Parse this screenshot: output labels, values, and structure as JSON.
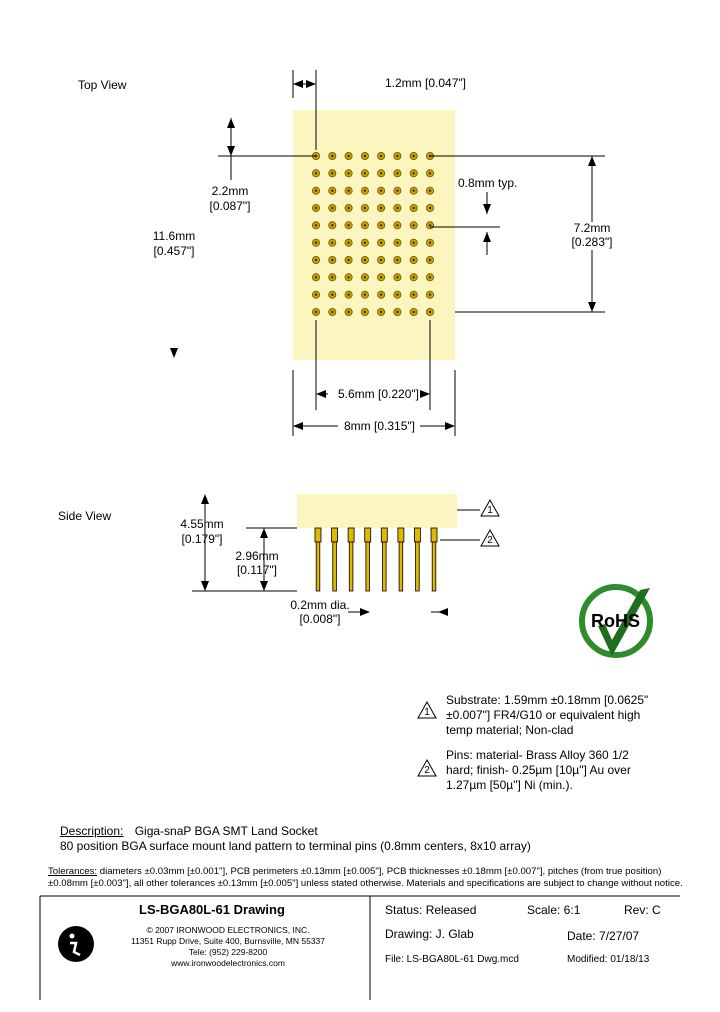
{
  "top_view": {
    "title": "Top View",
    "dim_pad_width": "1.2mm  [0.047\"]",
    "dim_offset_mm": "2.2mm",
    "dim_offset_in": "[0.087\"]",
    "dim_pitch": "0.8mm typ.",
    "dim_pattern_height_mm": "7.2mm",
    "dim_pattern_height_in": "[0.283\"]",
    "dim_total_height_mm": "11.6mm",
    "dim_total_height_in": "[0.457\"]",
    "dim_pattern_width": "5.6mm  [0.220\"]",
    "dim_total_width": "8mm  [0.315\"]",
    "grid": {
      "cols": 8,
      "rows": 10
    }
  },
  "side_view": {
    "title": "Side View",
    "dim_total_mm": "4.55mm",
    "dim_total_in": "[0.179\"]",
    "dim_pin_mm": "2.96mm",
    "dim_pin_in": "[0.117\"]",
    "dim_pin_dia_mm": "0.2mm dia.",
    "dim_pin_dia_in": "[0.008\"]",
    "pin_count": 8,
    "callout_1": "1",
    "callout_2": "2"
  },
  "rohs": {
    "label": "RoHS"
  },
  "notes": [
    {
      "num": "1",
      "lines": [
        "Substrate: 1.59mm ±0.18mm [0.0625\"",
        "±0.007\"] FR4/G10 or equivalent high",
        "temp material; Non-clad"
      ]
    },
    {
      "num": "2",
      "lines": [
        "Pins: material- Brass Alloy 360 1/2",
        "hard; finish- 0.25µm [10µ\"] Au over",
        "1.27µm [50µ\"] Ni (min.)."
      ]
    }
  ],
  "description": {
    "label": "Description:",
    "line1": "Giga-snaP BGA SMT Land Socket",
    "line2": "80 position BGA surface mount land pattern to terminal pins (0.8mm centers, 8x10 array)"
  },
  "tolerances": {
    "label": "Tolerances:",
    "line1": " diameters ±0.03mm [±0.001\"], PCB perimeters ±0.13mm [±0.005\"], PCB thicknesses ±0.18mm [±0.007\"], pitches (from true position)",
    "line2": "±0.08mm [±0.003\"], all other tolerances ±0.13mm [±0.005\"] unless stated otherwise.  Materials and specifications are subject to change without notice."
  },
  "title_block": {
    "drawing_title": "LS-BGA80L-61 Drawing",
    "company_1": "© 2007 IRONWOOD ELECTRONICS, INC.",
    "company_2": "11351 Rupp Drive, Suite 400, Burnsville, MN 55337",
    "company_3": "Tele: (952) 229-8200",
    "company_4": "www.ironwoodelectronics.com",
    "status": "Status: Released",
    "scale": "Scale: 6:1",
    "rev": "Rev: C",
    "drawing_by": "Drawing: J. Glab",
    "date": "Date: 7/27/07",
    "file": "File: LS-BGA80L-61 Dwg.mcd",
    "modified": "Modified:  01/18/13"
  },
  "colors": {
    "substrate": "#fdf5bf",
    "pad": "#c8a400",
    "pin": "#e0b800",
    "rohs_green": "#2e8b2e"
  }
}
